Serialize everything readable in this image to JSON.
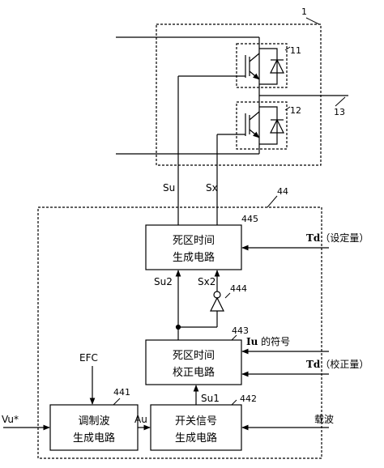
{
  "module": {
    "ref": "1",
    "upper_switch_ref": "11",
    "lower_switch_ref": "12",
    "output_line_ref": "13"
  },
  "controller": {
    "ref": "44",
    "dead_time_generation": {
      "ref": "445",
      "line1": "死区时间",
      "line2": "生成电路"
    },
    "dead_time_correction": {
      "ref": "443",
      "line1": "死区时间",
      "line2": "校正电路"
    },
    "modulation_generation": {
      "ref": "441",
      "line1": "调制波",
      "line2": "生成电路"
    },
    "switch_signal_generation": {
      "ref": "442",
      "line1": "开关信号",
      "line2": "生成电路"
    },
    "inverter_ref": "444"
  },
  "signals": {
    "su": "Su",
    "sx": "Sx",
    "su2": "Su2",
    "sx2": "Sx2",
    "su1": "Su1",
    "au": "Au",
    "efc": "EFC",
    "vu_star": "Vu*"
  },
  "inputs": {
    "td_setting_bold": "Td",
    "td_setting_rest": "（设定量）",
    "iu_sign_bold": "Iu",
    "iu_sign_rest": " 的符号",
    "td_correction_bold": "Td",
    "td_correction_rest": "（校正量）",
    "carrier": "载波"
  }
}
